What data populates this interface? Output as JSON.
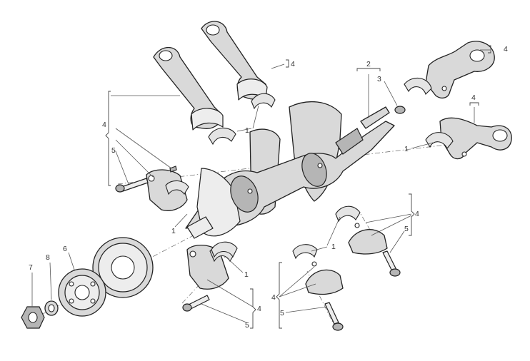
{
  "callouts": [
    {
      "id": "c1a",
      "text": "1"
    },
    {
      "id": "c1b",
      "text": "1"
    },
    {
      "id": "c1c",
      "text": "1"
    },
    {
      "id": "c1d",
      "text": "1"
    },
    {
      "id": "c1e",
      "text": "1"
    },
    {
      "id": "c2",
      "text": "2"
    },
    {
      "id": "c3",
      "text": "3"
    },
    {
      "id": "c4a",
      "text": "4"
    },
    {
      "id": "c4b",
      "text": "4"
    },
    {
      "id": "c4c",
      "text": "4"
    },
    {
      "id": "c4d",
      "text": "4"
    },
    {
      "id": "c4e",
      "text": "4"
    },
    {
      "id": "c4f",
      "text": "4"
    },
    {
      "id": "c4g",
      "text": "4"
    },
    {
      "id": "c5a",
      "text": "5"
    },
    {
      "id": "c5b",
      "text": "5"
    },
    {
      "id": "c5c",
      "text": "5"
    },
    {
      "id": "c5d",
      "text": "5"
    },
    {
      "id": "c6",
      "text": "6"
    },
    {
      "id": "c7",
      "text": "7"
    },
    {
      "id": "c8",
      "text": "8"
    }
  ]
}
